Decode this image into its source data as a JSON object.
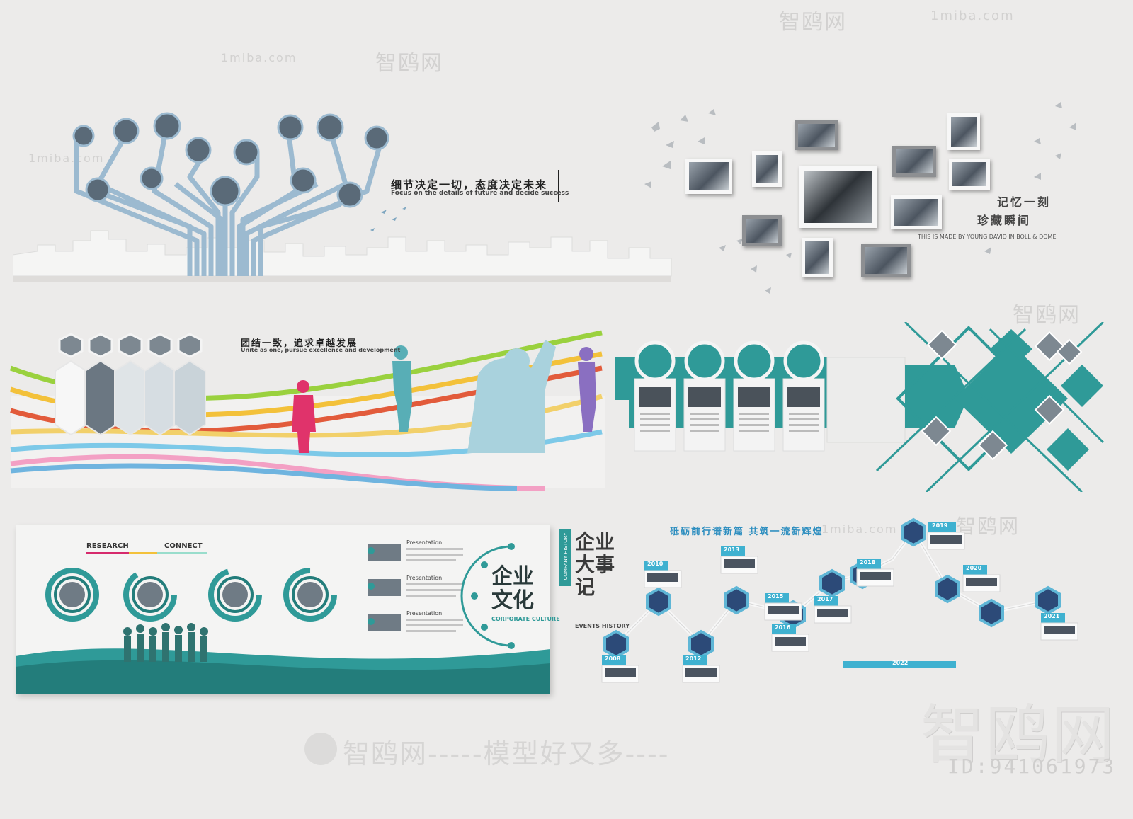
{
  "watermarks": {
    "brand_cn": "智鸥网",
    "domain": "1miba.com",
    "bottom_slogan": "智鸥网-----模型好又多----",
    "big_brand": "智鸥网",
    "id_label": "ID:941061973"
  },
  "panels": {
    "tree_wall": {
      "headline": "细节决定一切，态度决定未来",
      "subline": "Focus on the details of future and decide success"
    },
    "photo_wall": {
      "headline": "记忆一刻",
      "headline2": "珍藏瞬间",
      "subline": "THIS IS MADE BY YOUNG DAVID IN BOLL & DOME"
    },
    "rainbow_wall": {
      "headline": "团结一致，追求卓越发展",
      "subline": "Unite as one, pursue excellence and development"
    },
    "culture_wall": {
      "label_left": "RESEARCH",
      "label_right": "CONNECT",
      "title_cn": "企业文化",
      "title_sub": "CORPORATE CULTURE",
      "list_titles": [
        "Presentation",
        "Presentation",
        "Presentation"
      ]
    },
    "milestone_wall": {
      "title_cn": "企业大事记",
      "side_en": "EVENTS HISTORY",
      "vertical_tag": "COMPANY HISTORY",
      "headline": "砥砺前行谱新篇 共筑一流新辉煌",
      "nodes": [
        "2008",
        "2010",
        "2012",
        "2013",
        "2015",
        "2016",
        "2017",
        "2018",
        "2019",
        "2020",
        "2021",
        "2022"
      ]
    }
  },
  "colors": {
    "teal": "#2f9a98",
    "teal_dark": "#237d7b",
    "light_blue": "#9cbad0",
    "sky": "#5fb6d6",
    "background": "#ecebea",
    "magenta": "#d62a6c",
    "lime": "#a6cf3a",
    "purple": "#8a6fc1"
  }
}
